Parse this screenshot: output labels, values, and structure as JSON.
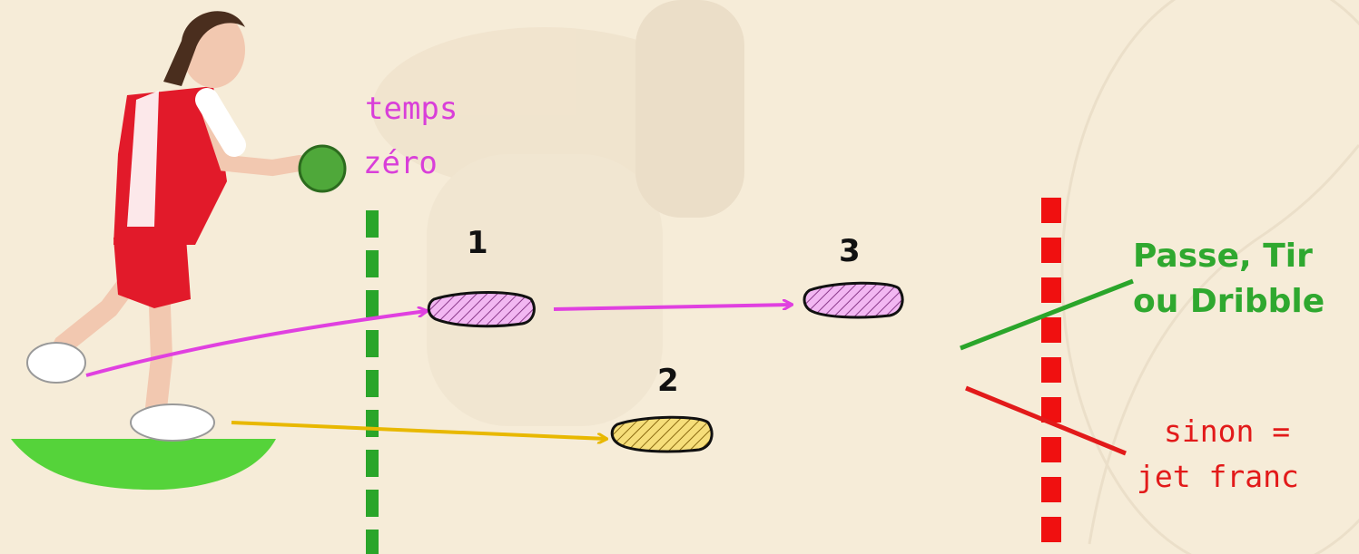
{
  "labels": {
    "temps": "temps",
    "zero": "zéro",
    "step1": "1",
    "step2": "2",
    "step3": "3",
    "pass_line1": "Passe, Tir",
    "pass_line2": "ou Dribble",
    "sinon_line1": "sinon =",
    "sinon_line2": "jet franc"
  },
  "colors": {
    "background": "#f6ecd8",
    "zero_line": "#2aa52a",
    "limit_line": "#f01010",
    "pink_arrow": "#e040e0",
    "yellow_arrow": "#e8b800",
    "green_text": "#2fa82f",
    "red_text": "#e21a1a",
    "court_area": "#55d33a"
  },
  "icons": {
    "player": "handball-player-figure",
    "ball": "handball-ball-icon",
    "footprints": "footprint-icon"
  }
}
